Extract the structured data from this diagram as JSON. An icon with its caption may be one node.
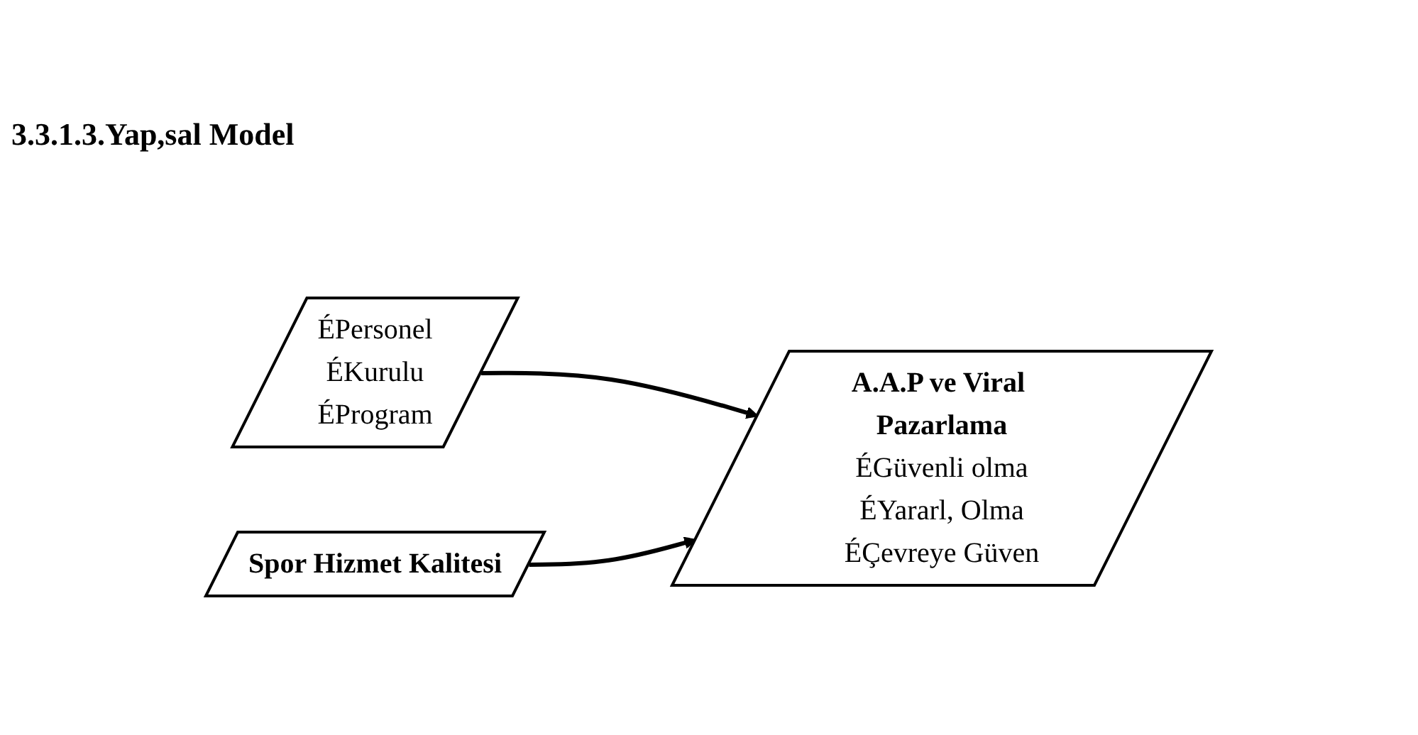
{
  "diagram": {
    "title": "3.3.1.3.Yap,sal Model",
    "nodes": [
      {
        "text": [
          "Spor Hizmet Kalitesi"
        ]
      },
      {
        "text": [
          "ÉPersonel",
          "ÉKurulu",
          "ÉProgram"
        ]
      },
      {
        "text": [
          "A.A.P ve Viral Pazarlama",
          "ÉGüvenli olma",
          "ÉYararl, Olma",
          "ÉÇevreye Güven"
        ]
      }
    ],
    "edges": [
      {
        "from": 1,
        "to": 2,
        "arrow": "to"
      },
      {
        "from": 0,
        "to": 2,
        "arrow": "to"
      }
    ]
  }
}
